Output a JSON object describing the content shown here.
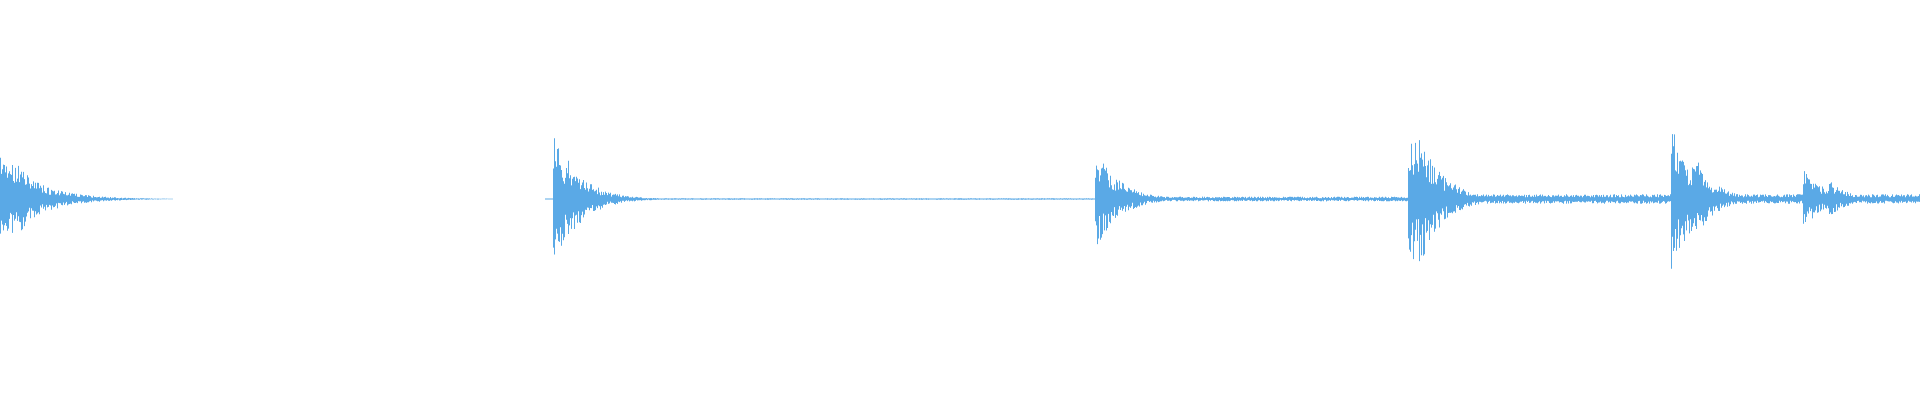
{
  "waveform": {
    "color": "#5aa9e6",
    "background": "#ffffff",
    "baseline_amplitude": 0,
    "noise_floor_amplitude": 0.006,
    "max_amplitude": 1,
    "duration_normalized": 1,
    "events": [
      {
        "start": 0.0,
        "peak": 0.62,
        "decay": 0.018,
        "tail": 0.03
      },
      {
        "start": 0.0085,
        "peak": 0.5,
        "decay": 0.012,
        "tail": 0.02
      },
      {
        "start": 0.288,
        "peak": 0.9,
        "decay": 0.01,
        "tail": 0.03
      },
      {
        "start": 0.2955,
        "peak": 0.55,
        "decay": 0.012,
        "tail": 0.02
      },
      {
        "start": 0.57,
        "peak": 0.68,
        "decay": 0.012,
        "tail": 0.02
      },
      {
        "start": 0.733,
        "peak": 0.95,
        "decay": 0.014,
        "tail": 0.02
      },
      {
        "start": 0.739,
        "peak": 0.88,
        "decay": 0.012,
        "tail": 0.02
      },
      {
        "start": 0.87,
        "peak": 1.0,
        "decay": 0.01,
        "tail": 0.02
      },
      {
        "start": 0.875,
        "peak": 0.7,
        "decay": 0.012,
        "tail": 0.018
      },
      {
        "start": 0.883,
        "peak": 0.55,
        "decay": 0.01,
        "tail": 0.015
      },
      {
        "start": 0.939,
        "peak": 0.38,
        "decay": 0.012,
        "tail": 0.014
      },
      {
        "start": 0.952,
        "peak": 0.25,
        "decay": 0.01,
        "tail": 0.012
      }
    ],
    "segments": [
      {
        "from": 0.0,
        "to": 0.033,
        "floor": 0.01
      },
      {
        "from": 0.288,
        "to": 0.57,
        "floor": 0.01
      },
      {
        "from": 0.57,
        "to": 0.733,
        "floor": 0.03
      },
      {
        "from": 0.733,
        "to": 0.87,
        "floor": 0.06
      },
      {
        "from": 0.87,
        "to": 1.0,
        "floor": 0.06
      }
    ]
  }
}
